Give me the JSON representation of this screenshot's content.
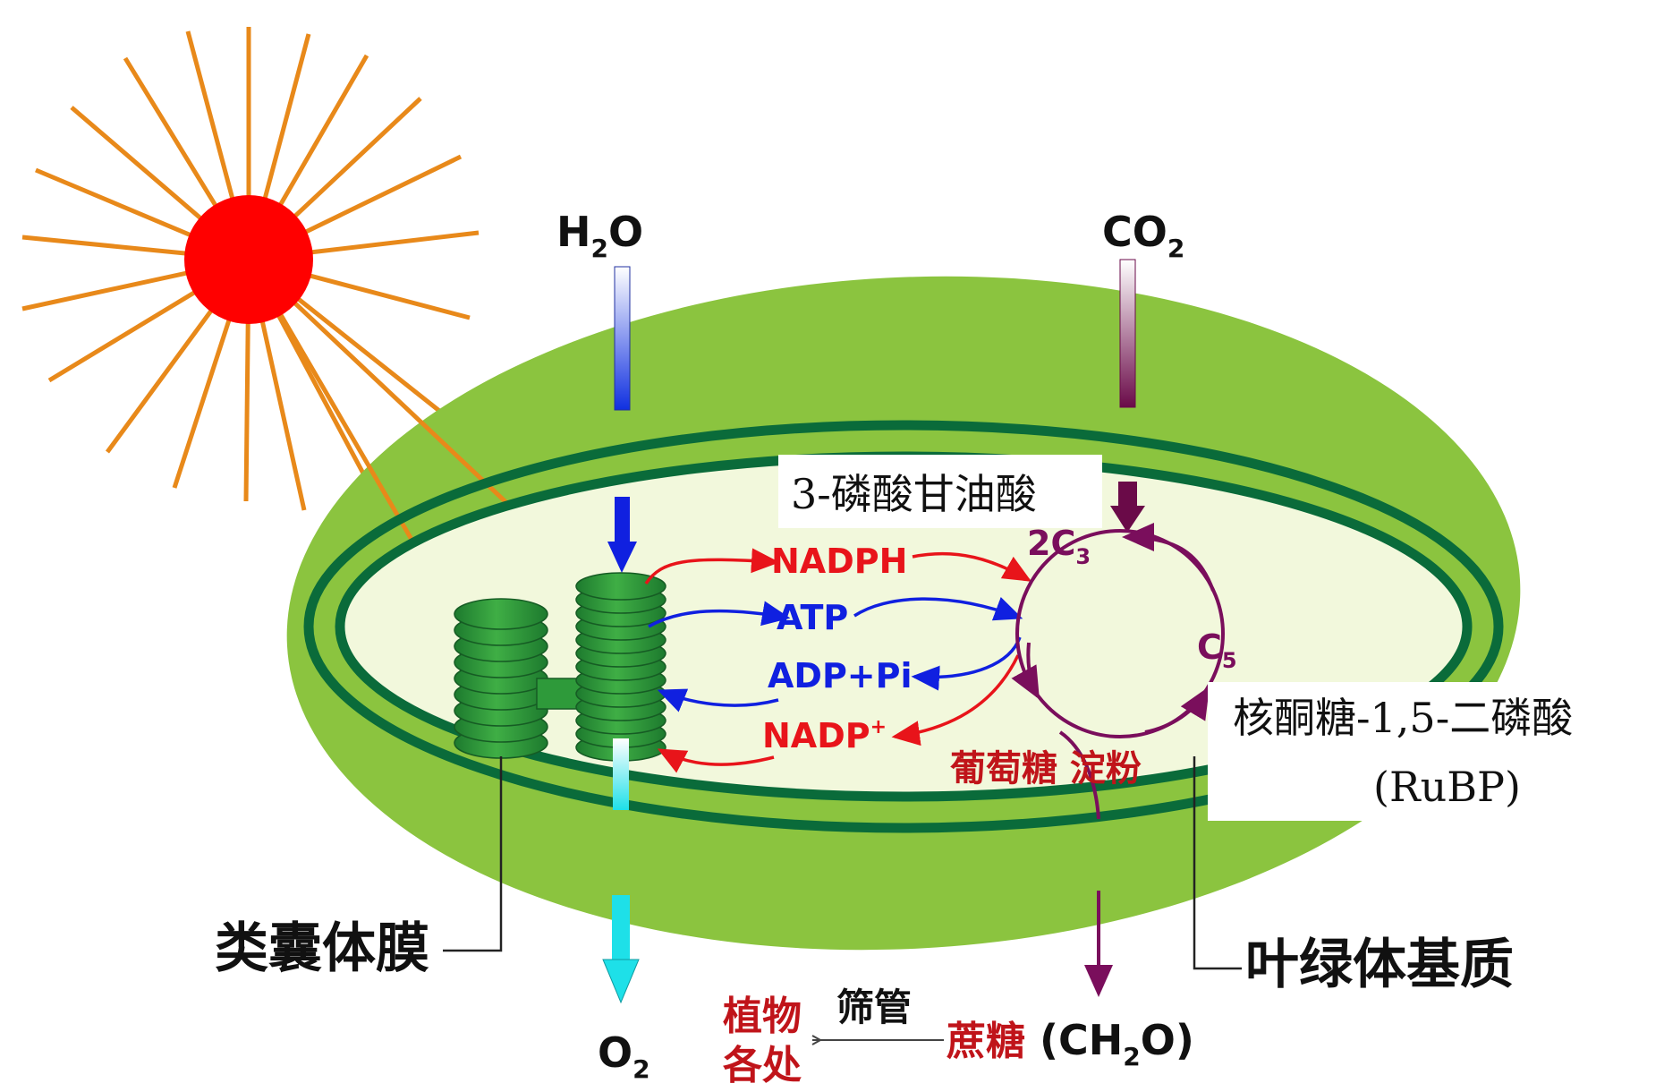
{
  "inputs": {
    "water": {
      "base": "H",
      "sub": "2",
      "tail": "O"
    },
    "co2": {
      "base": "CO",
      "sub": "2"
    },
    "oxygen": {
      "base": "O",
      "sub": "2"
    }
  },
  "light_reaction": {
    "nadph": "NADPH",
    "atp": "ATP",
    "adp_pi": "ADP+Pi",
    "nadp_plus": {
      "base": "NADP",
      "sup": "+"
    }
  },
  "calvin_cycle": {
    "c3": {
      "base": "2C",
      "sub": "3"
    },
    "c5": {
      "base": "C",
      "sub": "5"
    },
    "c3_name": "3-磷酸甘油酸",
    "c5_name_line1": "核酮糖-1,5-二磷酸",
    "c5_name_line2": "(RuBP)",
    "products": "葡萄糖 淀粉"
  },
  "labels": {
    "thylakoid": "类囊体膜",
    "stroma": "叶绿体基质"
  },
  "output": {
    "carb": {
      "pre": "(CH",
      "sub": "2",
      "post": "O)"
    },
    "sucrose": "蔗糖",
    "sieve_tube": "筛管",
    "plant_everywhere_line1": "植物",
    "plant_everywhere_line2": "各处"
  },
  "colors": {
    "sun": "#ff0000",
    "ray": "#e8891a",
    "outer_green": "#8bc43f",
    "membrane": "#0a6b3a",
    "stroma_fill": "#f2f8dc",
    "nadph": "#e8141a",
    "atp": "#1020e0",
    "calvin": "#7a0e5c",
    "product_red": "#c0141a"
  }
}
